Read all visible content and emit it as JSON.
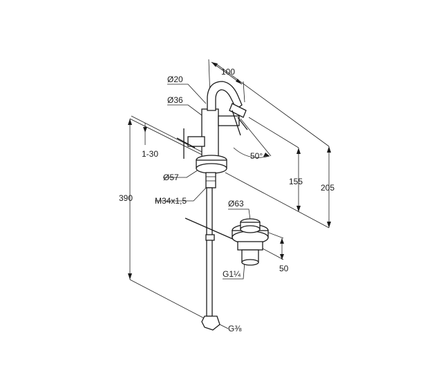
{
  "dimensions": {
    "d20": "Ø20",
    "d36": "Ø36",
    "d57": "Ø57",
    "d63": "Ø63",
    "reach": "100",
    "tilt": "1-30",
    "angle": "50°",
    "h155": "155",
    "h205": "205",
    "h390": "390",
    "h50": "50",
    "thread": "M34x1,5",
    "drain_thread": "G1¼",
    "inlet_thread": "G⅜"
  }
}
